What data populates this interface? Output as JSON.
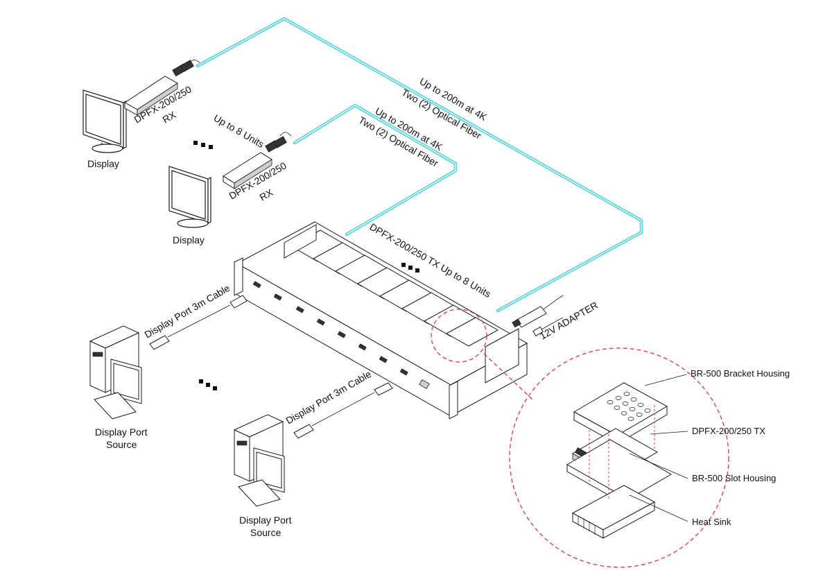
{
  "colors": {
    "fiber": "#55d3d9",
    "detail_circle": "#d63b3b",
    "line": "#1a1a1a"
  },
  "labels": {
    "display_top": "Display",
    "display_mid": "Display",
    "rx_top_line1": "DPFX-200/250",
    "rx_top_line2": "RX",
    "rx_mid_line1": "DPFX-200/250",
    "rx_mid_line2": "RX",
    "up_to_8_units_rx": "Up to 8 Units",
    "fiber_long_line1": "Up to 200m at 4K",
    "fiber_long_line2": "Two (2) Optical Fiber",
    "fiber_short_line1": "Up to 200m at 4K",
    "fiber_short_line2": "Two (2) Optical Fiber",
    "tx_units": "DPFX-200/250 TX Up to 8 Units",
    "adapter": "12V ADAPTER",
    "dp_cable_top": "Display Port 3m Cable",
    "dp_cable_bottom": "Display Port 3m Cable",
    "source_left_line1": "Display Port",
    "source_left_line2": "Source",
    "source_bottom_line1": "Display Port",
    "source_bottom_line2": "Source",
    "callout_bracket": "BR-500 Bracket Housing",
    "callout_tx": "DPFX-200/250 TX",
    "callout_slot": "BR-500 Slot Housing",
    "callout_heatsink": "Heat Sink"
  },
  "icons": [
    "display-monitor-icon",
    "fiber-receiver-icon",
    "rack-chassis-icon",
    "desktop-computer-icon",
    "power-adapter-icon",
    "heat-sink-icon"
  ]
}
